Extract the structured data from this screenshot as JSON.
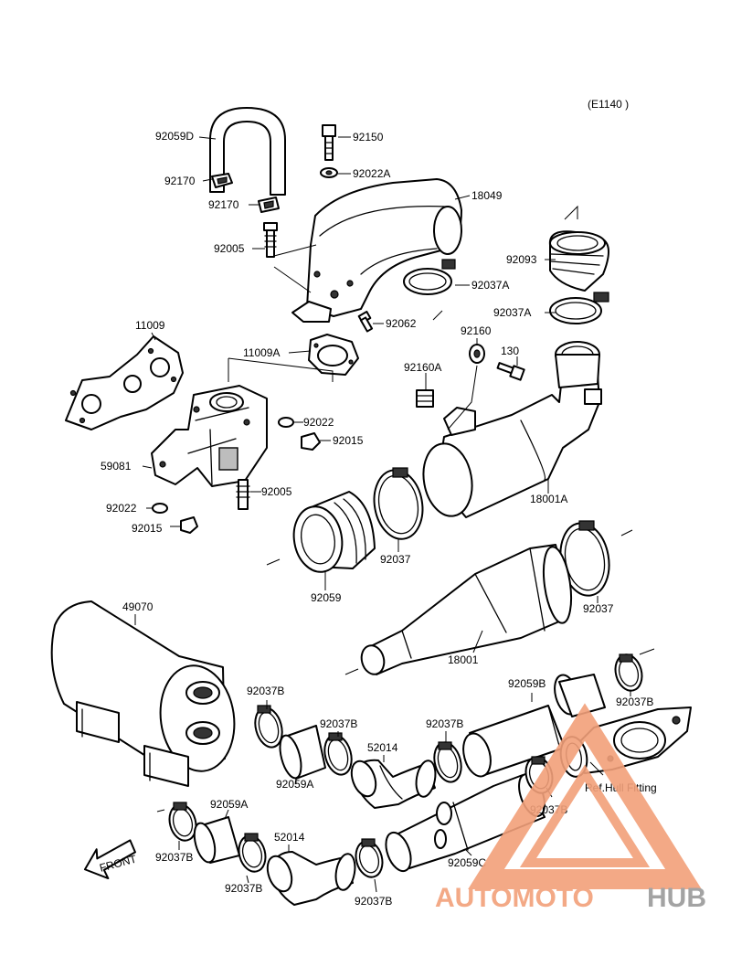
{
  "diagram_code": "(E1140 )",
  "parts": {
    "p92059D": "92059D",
    "p92170a": "92170",
    "p92170b": "92170",
    "p92005a": "92005",
    "p92150": "92150",
    "p92022A": "92022A",
    "p18049": "18049",
    "p92093": "92093",
    "p92037A_a": "92037A",
    "p92037A_b": "92037A",
    "p92062": "92062",
    "p11009": "11009",
    "p11009A": "11009A",
    "p92160": "92160",
    "p130": "130",
    "p92160A": "92160A",
    "p92022a": "92022",
    "p92015a": "92015",
    "p59081": "59081",
    "p18001A": "18001A",
    "p92005b": "92005",
    "p92022b": "92022",
    "p92015b": "92015",
    "p92037a": "92037",
    "p92059": "92059",
    "p92037b": "92037",
    "p49070": "49070",
    "p18001": "18001",
    "p92037B_1": "92037B",
    "p92059B": "92059B",
    "p92037B_2": "92037B",
    "p92037B_3": "92037B",
    "p52014a": "52014",
    "p92037B_4": "92037B",
    "p92059A_a": "92059A",
    "p92037B_5": "92037B",
    "p92059A_b": "92059A",
    "p52014b": "52014",
    "p92037B_6": "92037B",
    "p92059C": "92059C",
    "p92037B_7": "92037B",
    "p92037B_8": "92037B"
  },
  "ref_hull_fitting": "Ref.Hull Fitting",
  "front_arrow_label": "FRONT",
  "watermark": {
    "text_part1": "AUTOMOTO",
    "text_part2": "HUB",
    "color_primary": "#f2a07a",
    "color_secondary": "#9a9a9a"
  }
}
